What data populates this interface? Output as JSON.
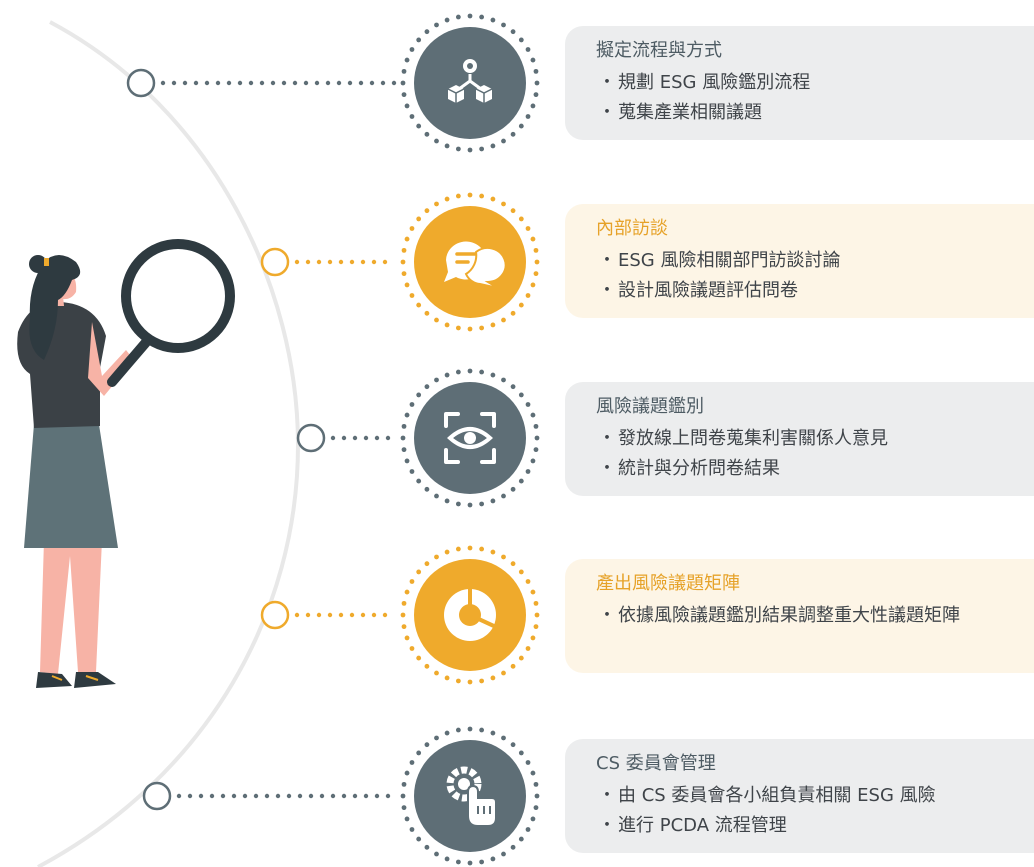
{
  "colors": {
    "slate": "#5E6E76",
    "amber": "#EFAA2C",
    "arc": "#E8E8E8",
    "card_gray": "#ECEDEE",
    "card_cream": "#FDF5E6"
  },
  "steps": [
    {
      "title": "擬定流程與方式",
      "bullets": [
        "規劃 ESG 風險鑑別流程",
        "蒐集產業相關議題"
      ],
      "color": "slate",
      "icon": "cubes-network-icon"
    },
    {
      "title": "內部訪談",
      "bullets": [
        "ESG 風險相關部門訪談討論",
        "設計風險議題評估問卷"
      ],
      "color": "amber",
      "icon": "chat-bubbles-icon"
    },
    {
      "title": "風險議題鑑別",
      "bullets": [
        "發放線上問卷蒐集利害關係人意見",
        "統計與分析問卷結果"
      ],
      "color": "slate",
      "icon": "eye-scan-icon"
    },
    {
      "title": "產出風險議題矩陣",
      "bullets": [
        "依據風險議題鑑別結果調整重大性議題矩陣"
      ],
      "color": "amber",
      "icon": "donut-chart-icon"
    },
    {
      "title": "CS 委員會管理",
      "bullets": [
        "由 CS 委員會各小組負責相關 ESG 風險",
        "進行 PCDA 流程管理"
      ],
      "color": "slate",
      "icon": "gear-hand-icon"
    }
  ],
  "bullet_glyph": "・"
}
